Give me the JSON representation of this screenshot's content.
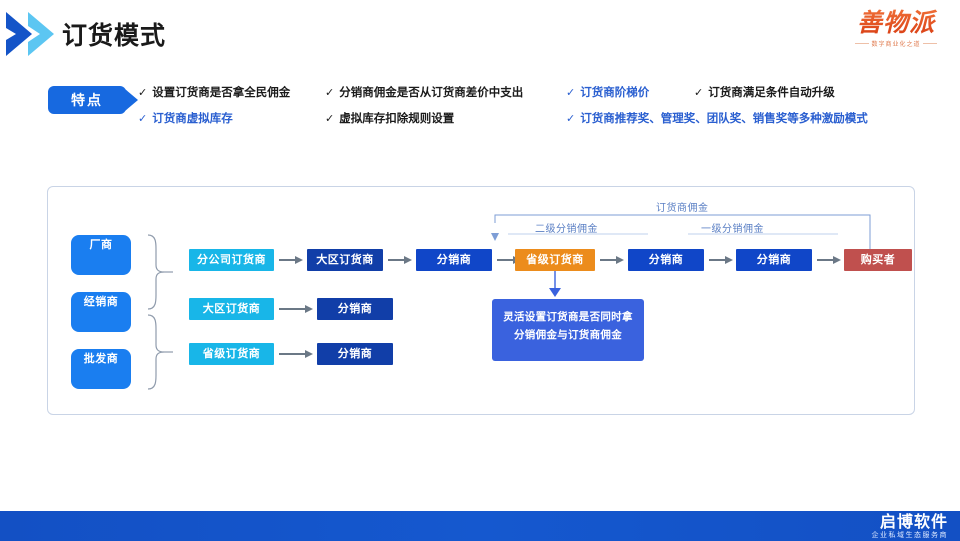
{
  "header": {
    "title": "订货模式",
    "logo_icon": "double-chevron-right-icon",
    "brand": {
      "main": "善物派",
      "sub": "数字商业化之道"
    }
  },
  "features": {
    "badge_label": "特点",
    "tick": "✓",
    "columns": [
      {
        "items": [
          {
            "text": "设置订货商是否拿全民佣金",
            "color": "dark"
          },
          {
            "text": "订货商虚拟库存",
            "color": "blue"
          }
        ]
      },
      {
        "items": [
          {
            "text": "分销商佣金是否从订货商差价中支出",
            "color": "dark"
          },
          {
            "text": "虚拟库存扣除规则设置",
            "color": "dark"
          }
        ]
      },
      {
        "items": [
          {
            "text": "订货商阶梯价",
            "color": "blue"
          },
          {
            "text": "订货商推荐奖、管理奖、团队奖、销售奖等多种激励模式",
            "color": "blue"
          }
        ]
      },
      {
        "items": [
          {
            "text": "订货商满足条件自动升级",
            "color": "dark"
          }
        ]
      }
    ]
  },
  "diagram": {
    "sources": [
      {
        "label": "厂商"
      },
      {
        "label": "经销商"
      },
      {
        "label": "批发商"
      }
    ],
    "rows": [
      {
        "nodes": [
          {
            "label": "分公司订货商",
            "style": "cyan"
          },
          {
            "label": "大区订货商",
            "style": "navy"
          },
          {
            "label": "分销商",
            "style": "blue"
          },
          {
            "label": "省级订货商",
            "style": "orange"
          },
          {
            "label": "分销商",
            "style": "blue"
          },
          {
            "label": "分销商",
            "style": "blue"
          },
          {
            "label": "购买者",
            "style": "red"
          }
        ]
      },
      {
        "nodes": [
          {
            "label": "大区订货商",
            "style": "cyan"
          },
          {
            "label": "分销商",
            "style": "navy"
          }
        ]
      },
      {
        "nodes": [
          {
            "label": "省级订货商",
            "style": "cyan"
          },
          {
            "label": "分销商",
            "style": "navy"
          }
        ]
      }
    ],
    "annotations": [
      {
        "label": "订货商佣金"
      },
      {
        "label": "二级分销佣金"
      },
      {
        "label": "一级分销佣金"
      }
    ],
    "note": {
      "line1": "灵活设置订货商是否同时拿",
      "line2": "分销佣金与订货商佣金"
    }
  },
  "footer": {
    "main": "启博软件",
    "sub": "企业私域生态服务商"
  },
  "colors": {
    "accent_blue": "#1769e0",
    "cyan": "#18b6e8",
    "navy": "#113ea8",
    "blue": "#1046c8",
    "orange": "#ec8c1c",
    "red": "#c0504e",
    "note_blue": "#3a62de",
    "annotation": "#5a7fc4",
    "footer_bar": "#1350c4",
    "brand_orange": "#e8551f"
  }
}
